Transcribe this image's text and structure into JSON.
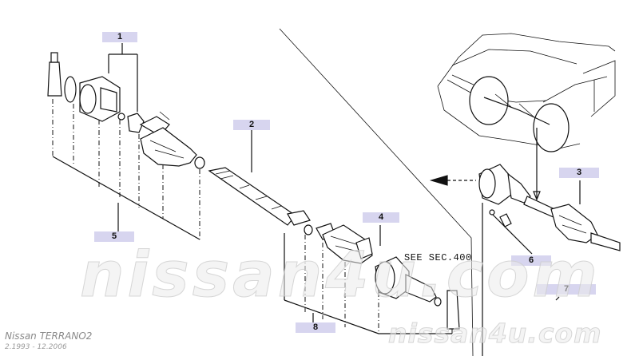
{
  "callouts": {
    "c1": "1",
    "c2": "2",
    "c3": "3",
    "c4": "4",
    "c5": "5",
    "c6": "6",
    "c7": "7",
    "c8": "8"
  },
  "reference_note": "SEE SEC.400",
  "watermark": {
    "large": "nissan4u.com",
    "small": "nissan4u.com"
  },
  "caption": {
    "model": "Nissan  TERRANO2",
    "period": "2.1993  -  12.2006"
  }
}
